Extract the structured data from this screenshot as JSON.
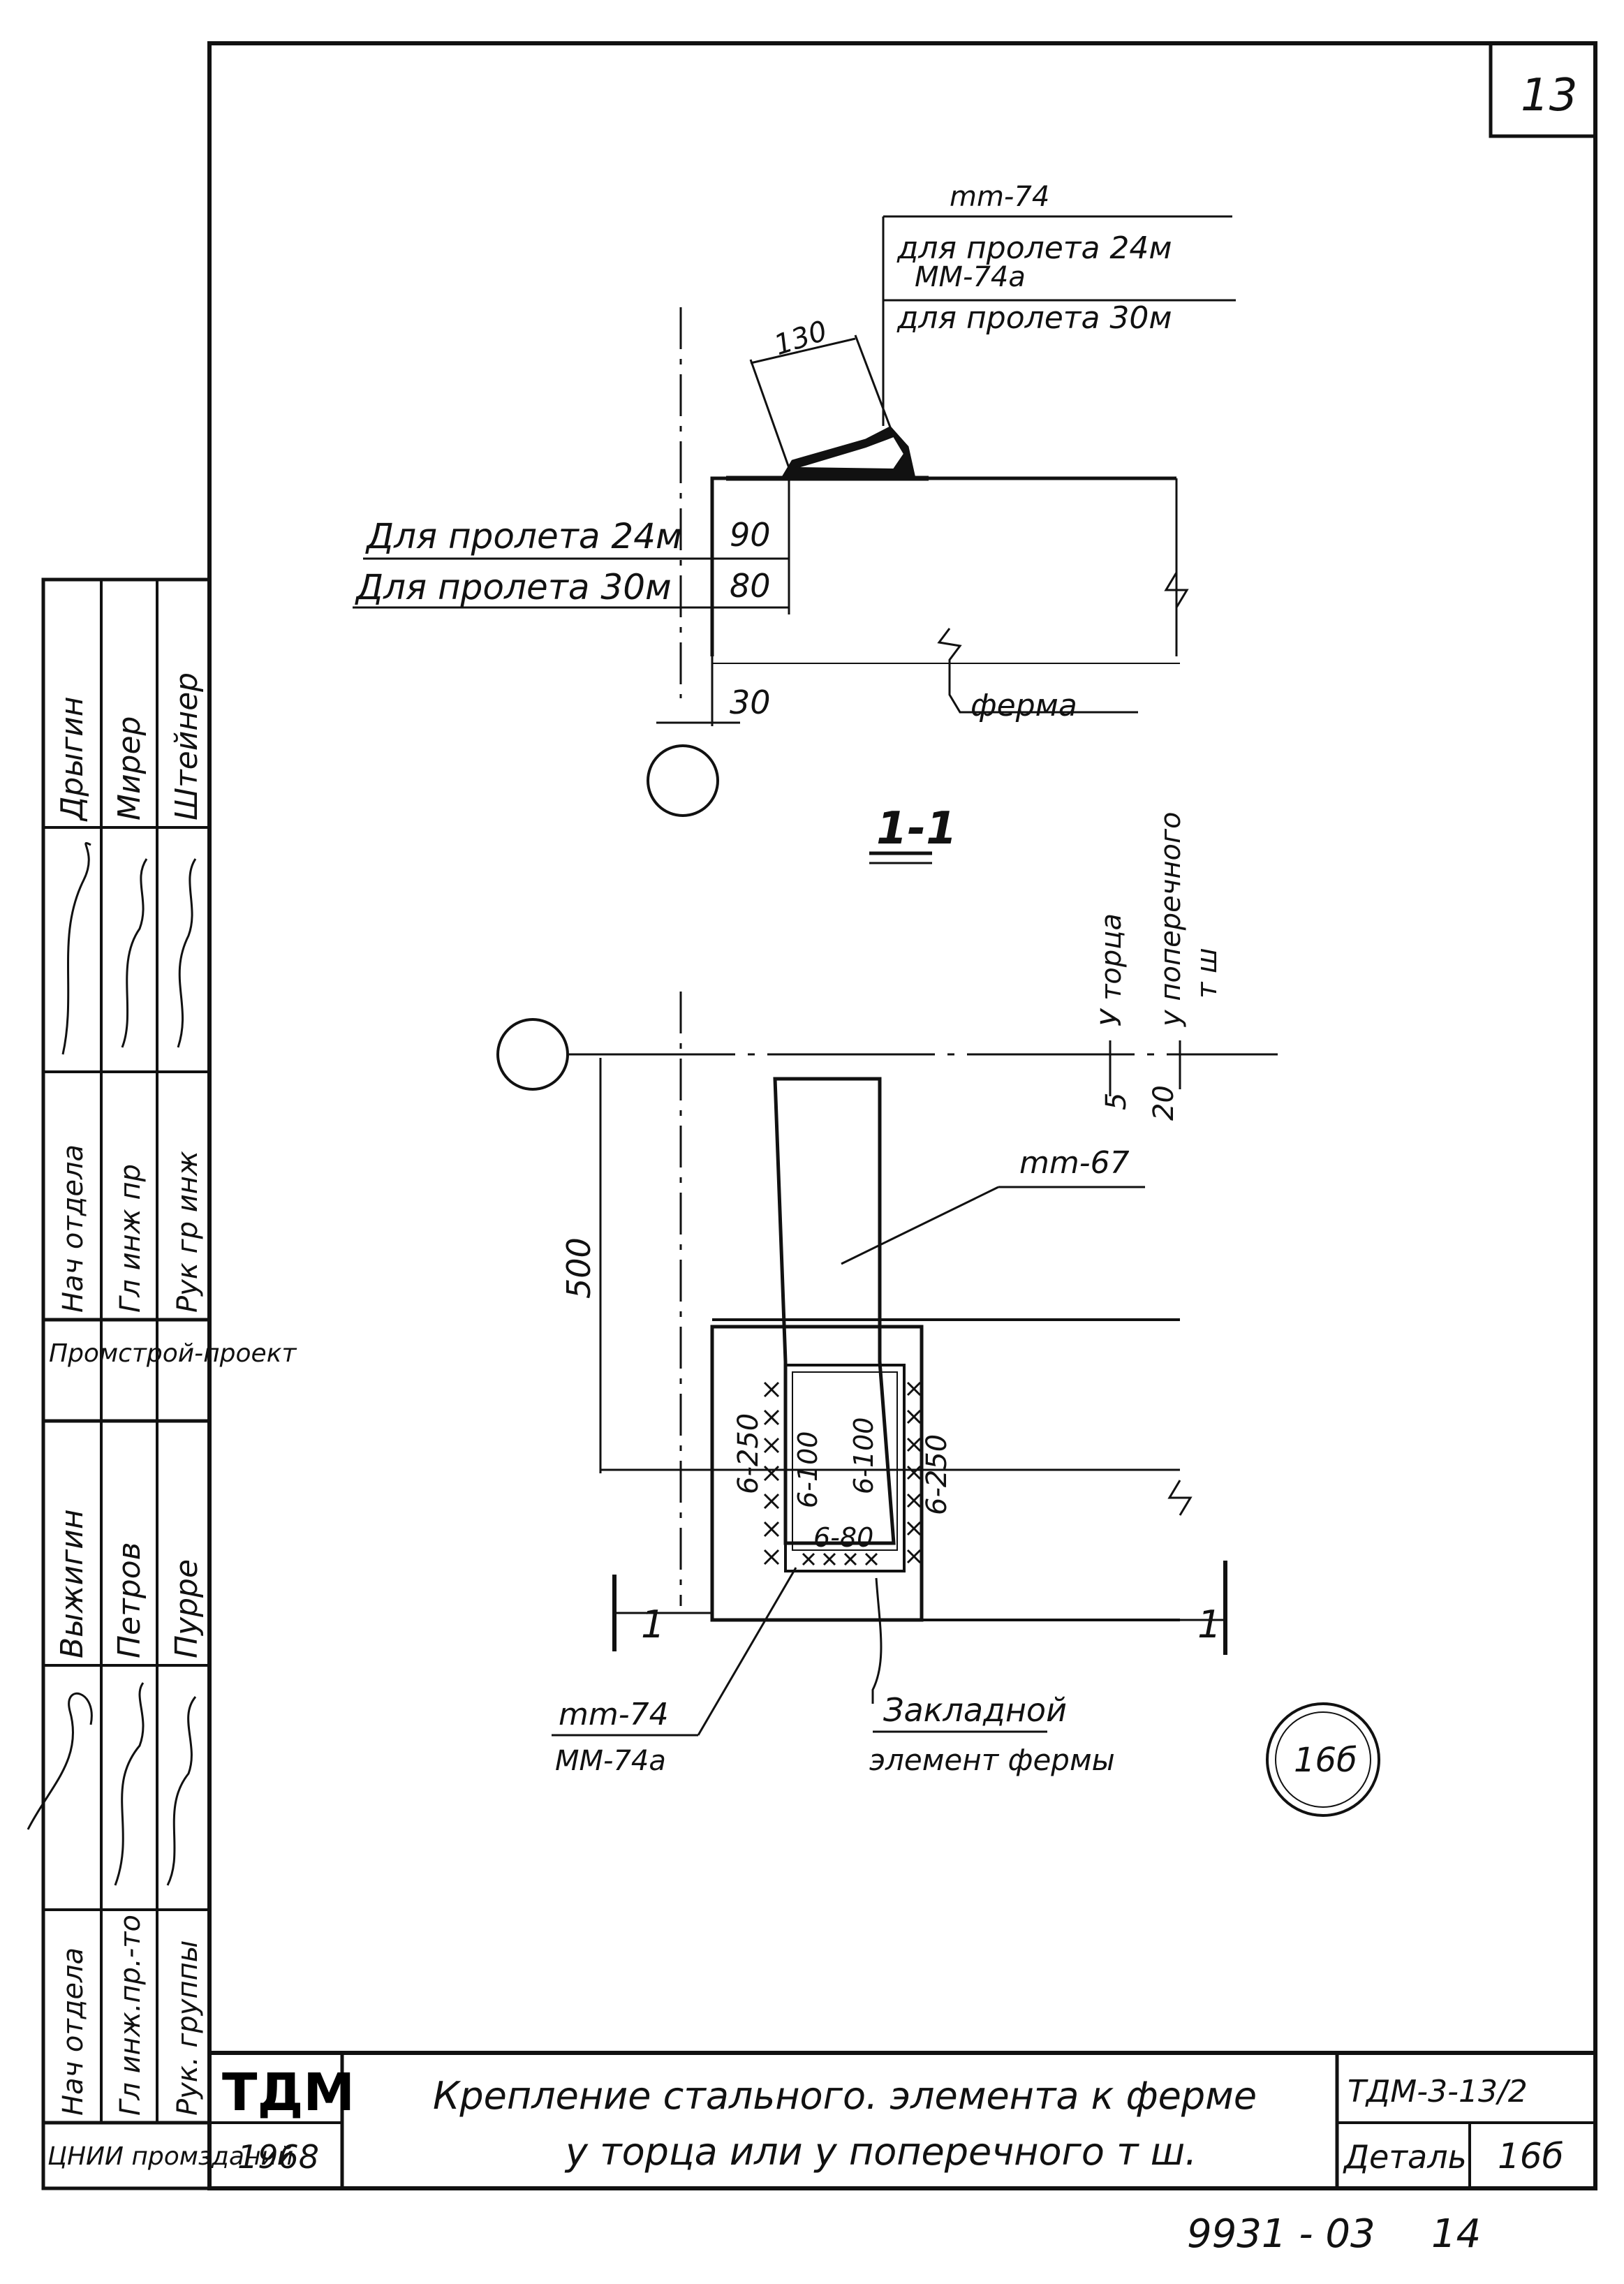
{
  "sheet": {
    "number": "13",
    "code": "ТДМ-3-13/2",
    "detail_label": "Деталь",
    "detail_value": "16б",
    "archive_number": "9931 - 03",
    "archive_page": "14"
  },
  "title_block": {
    "org_code": "ТДМ",
    "year": "1968",
    "title_line1": "Крепление стального. элемента к ферме",
    "title_line2": "у торца или у поперечного т ш.",
    "org_name": "ЦНИИ промзданий"
  },
  "side_block": {
    "upper_roles": [
      "Нач отдела",
      "Гл инж пр",
      "Рук гр инж"
    ],
    "upper_names": [
      "Дрыгин",
      "Мирер",
      "Штейнер"
    ],
    "upper_org": "Промстрой-проект",
    "lower_roles": [
      "Нач отдела",
      "Гл инж.пр.-то",
      "Рук. группы"
    ],
    "lower_names": [
      "Выжигин",
      "Петров",
      "Пурре"
    ]
  },
  "drawing": {
    "callout_top": {
      "line1": "mm-74",
      "line2": "для пролета 24м",
      "line3": "MM-74a",
      "line4": "для пролета 30м"
    },
    "dim_130": "130",
    "span24_label": "Для пролета 24м",
    "span30_label": "Для пролета 30м",
    "dim_90": "90",
    "dim_80": "80",
    "dim_30": "30",
    "ferma_label": "ферма",
    "section_label": "1-1",
    "vertical_note1": "У торца",
    "vertical_note2": "у поперечного",
    "vertical_note3": "т ш",
    "dim_5": "5",
    "dim_20": "20",
    "dim_500": "500",
    "mm67_label": "mm-67",
    "weld_left": "6-250",
    "weld_mid1": "6-100",
    "weld_mid2": "6-100",
    "weld_bottom": "6-80",
    "weld_right": "6-250",
    "section_mark": "1",
    "bottom_left_label1": "mm-74",
    "bottom_left_label2": "MM-74a",
    "embedded_label1": "Закладной",
    "embedded_label2": "элемент фермы",
    "circle_label": "16б"
  }
}
